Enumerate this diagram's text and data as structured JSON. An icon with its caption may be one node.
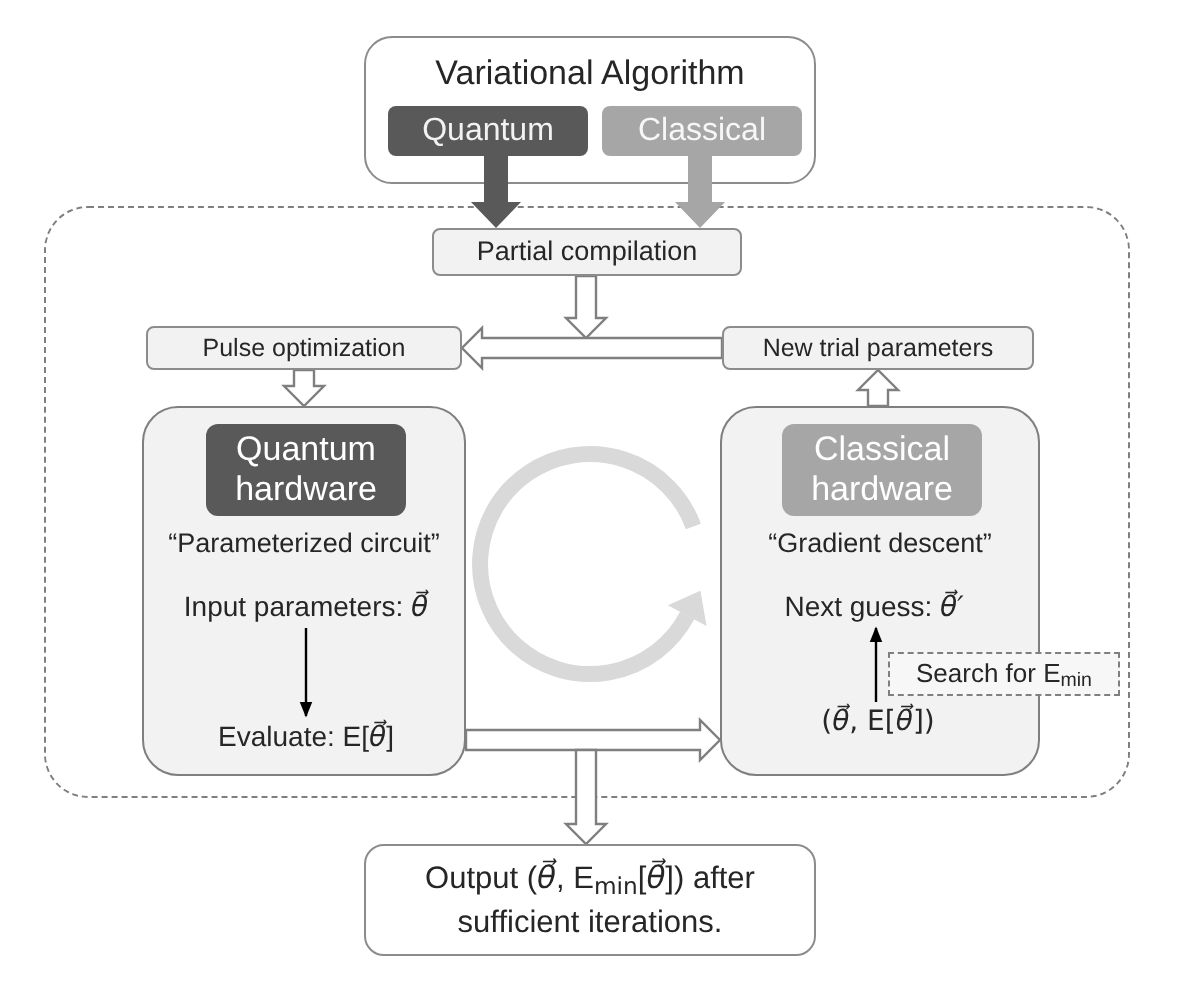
{
  "diagram": {
    "nodes": [
      {
        "text": [
          "Variational Algorithm"
        ]
      },
      {
        "text": [
          "Quantum"
        ],
        "in": 0
      },
      {
        "text": [
          "Classical"
        ],
        "in": 0
      },
      {
        "text": [],
        "shape": "box"
      },
      {
        "text": [
          "Partial compilation"
        ],
        "in": 3
      },
      {
        "text": [
          "Pulse optimization"
        ],
        "in": 3
      },
      {
        "text": [
          "New trial parameters"
        ],
        "in": 3
      },
      {
        "text": [
          "“Parameterized circuit”"
        ],
        "in": 3
      },
      {
        "text": [
          "Quantum hardware"
        ],
        "in": 7
      },
      {
        "text": [
          "Input parameters: *θ⃗*"
        ],
        "in": 7
      },
      {
        "text": [
          "Evaluate: E[*θ⃗*]"
        ],
        "in": 7
      },
      {
        "text": [
          "“Gradient descent”"
        ],
        "in": 3
      },
      {
        "text": [
          "Classical hardware"
        ],
        "in": 11
      },
      {
        "text": [
          "Next guess: *θ⃗′*"
        ],
        "in": 11
      },
      {
        "text": [
          "(*θ⃗*, E[*θ⃗*])"
        ],
        "in": 11
      },
      {
        "text": [
          "Search for E$_{min}$"
        ],
        "in": 3
      },
      {
        "text": [
          "Output (*θ⃗*, E$_{min}$[*θ⃗*]) after sufficient iterations."
        ]
      }
    ],
    "edges": [
      {
        "from": 1,
        "to": 4,
        "arrow": "to",
        "style": "thick",
        "color": "#595959"
      },
      {
        "from": 2,
        "to": 4,
        "arrow": "to",
        "style": "thick",
        "color": "#a6a6a6"
      },
      {
        "from": 4,
        "to": null,
        "arrow": "to"
      },
      {
        "from": 6,
        "to": 5,
        "arrow": "to"
      },
      {
        "from": 5,
        "to": 7,
        "arrow": "to"
      },
      {
        "from": 11,
        "to": 6,
        "arrow": "to"
      },
      {
        "from": 7,
        "to": 11,
        "arrow": "to"
      },
      {
        "from": null,
        "to": 16,
        "arrow": "to"
      },
      {
        "from": 9,
        "to": 10,
        "arrow": "to",
        "color": "#000000"
      },
      {
        "from": 14,
        "to": 13,
        "arrow": "to",
        "color": "#000000"
      }
    ]
  }
}
